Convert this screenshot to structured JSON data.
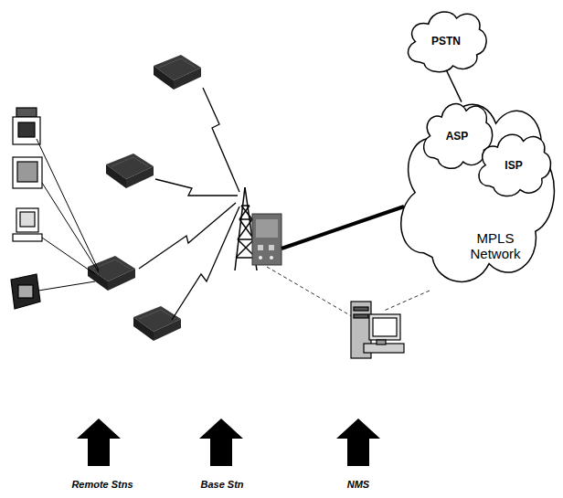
{
  "diagram": {
    "nodes": [
      {
        "text": [
          "PSTN"
        ]
      },
      {
        "text": [
          "MPLS Network"
        ]
      },
      {
        "text": [
          "ASP"
        ],
        "in": 1
      },
      {
        "text": [
          "ISP"
        ],
        "in": 1
      }
    ],
    "edges": [
      {
        "from": 0,
        "to": 1,
        "arrow": "none"
      }
    ],
    "labels": [
      "Remote Stns",
      "Base Stn",
      "NMS"
    ]
  }
}
